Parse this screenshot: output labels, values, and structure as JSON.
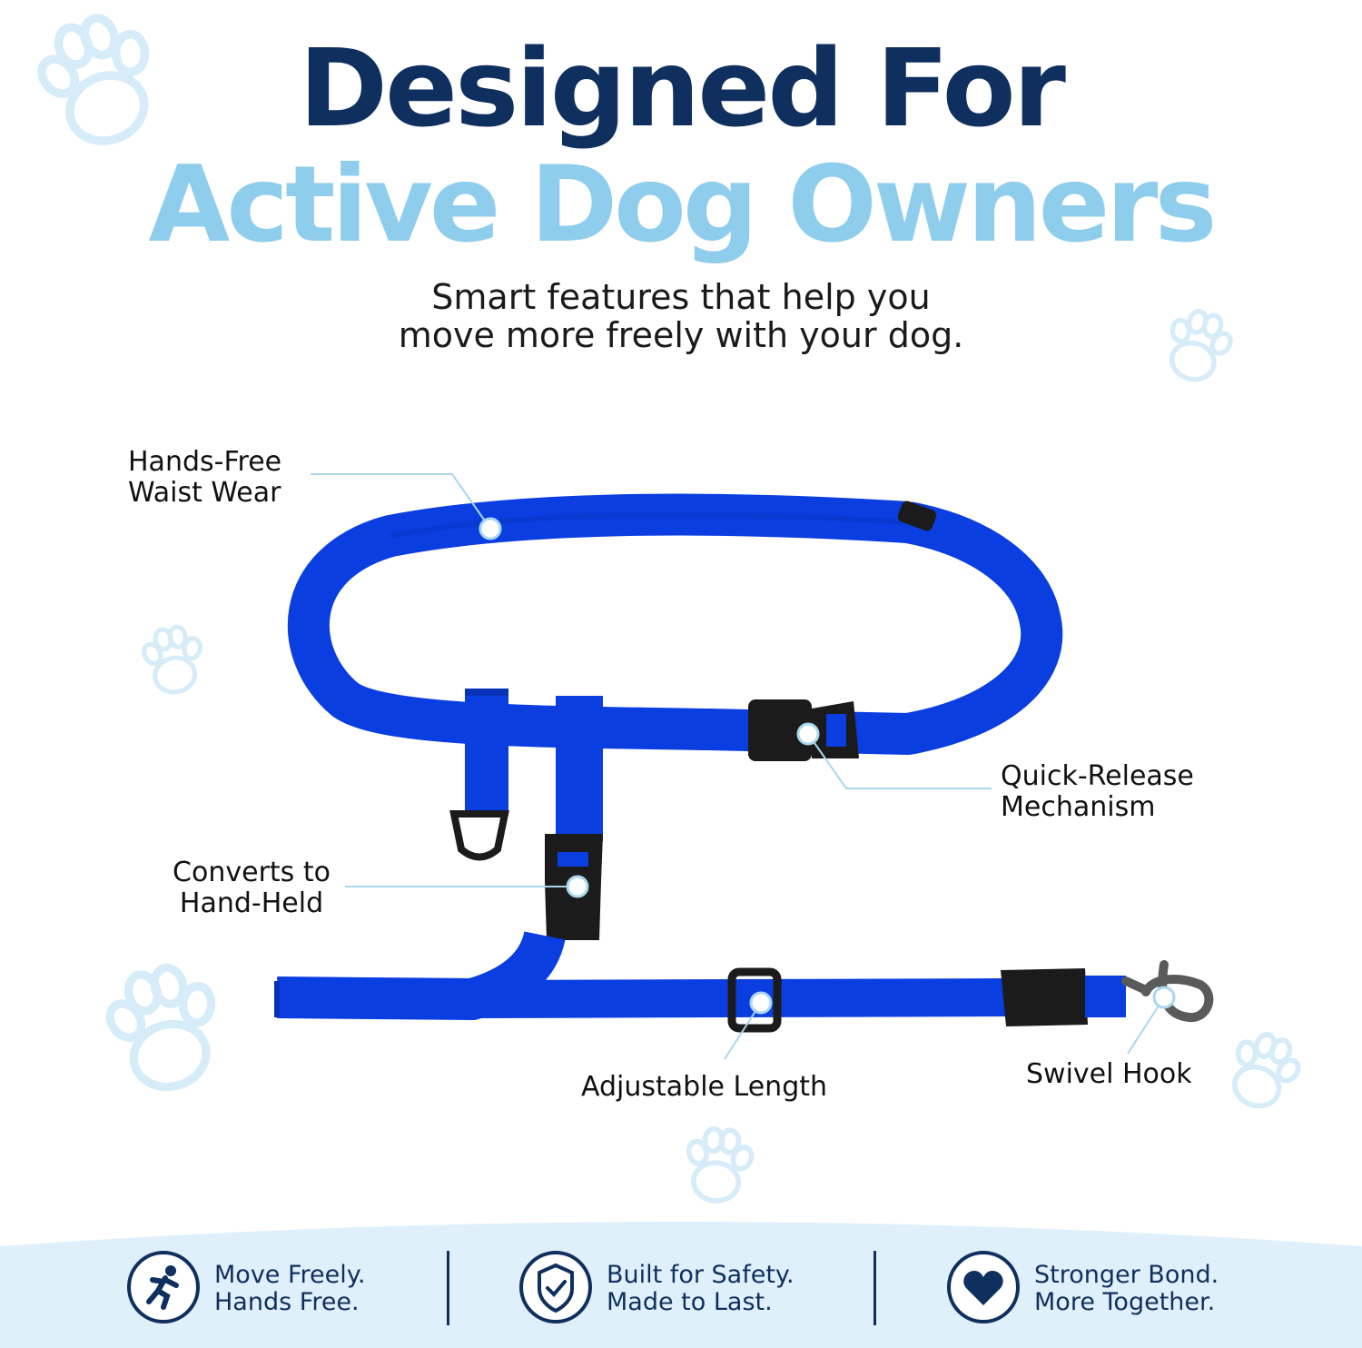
{
  "headline": {
    "line1": "Designed For",
    "line2": "Active Dog Owners"
  },
  "subtitle": {
    "line1": "Smart features that help you",
    "line2": "move more freely with your dog."
  },
  "callouts": {
    "waist": {
      "line1": "Hands-Free",
      "line2": "Waist Wear"
    },
    "release": {
      "line1": "Quick-Release",
      "line2": "Mechanism"
    },
    "convert": {
      "line1": "Converts to",
      "line2": "Hand-Held"
    },
    "length": {
      "line1": "Adjustable Length"
    },
    "hook": {
      "line1": "Swivel Hook"
    }
  },
  "footer": [
    {
      "icon": "running-person-icon",
      "line1": "Move Freely.",
      "line2": "Hands Free."
    },
    {
      "icon": "shield-check-icon",
      "line1": "Built for Safety.",
      "line2": "Made to Last."
    },
    {
      "icon": "heart-icon",
      "line1": "Stronger Bond.",
      "line2": "More Together."
    }
  ],
  "colors": {
    "navy": "#0f2f5e",
    "light_blue": "#8fcdec",
    "leash_blue": "#0a3ee0",
    "footer_band": "#dff0fa",
    "paw_outline": "#d6ecf8"
  }
}
